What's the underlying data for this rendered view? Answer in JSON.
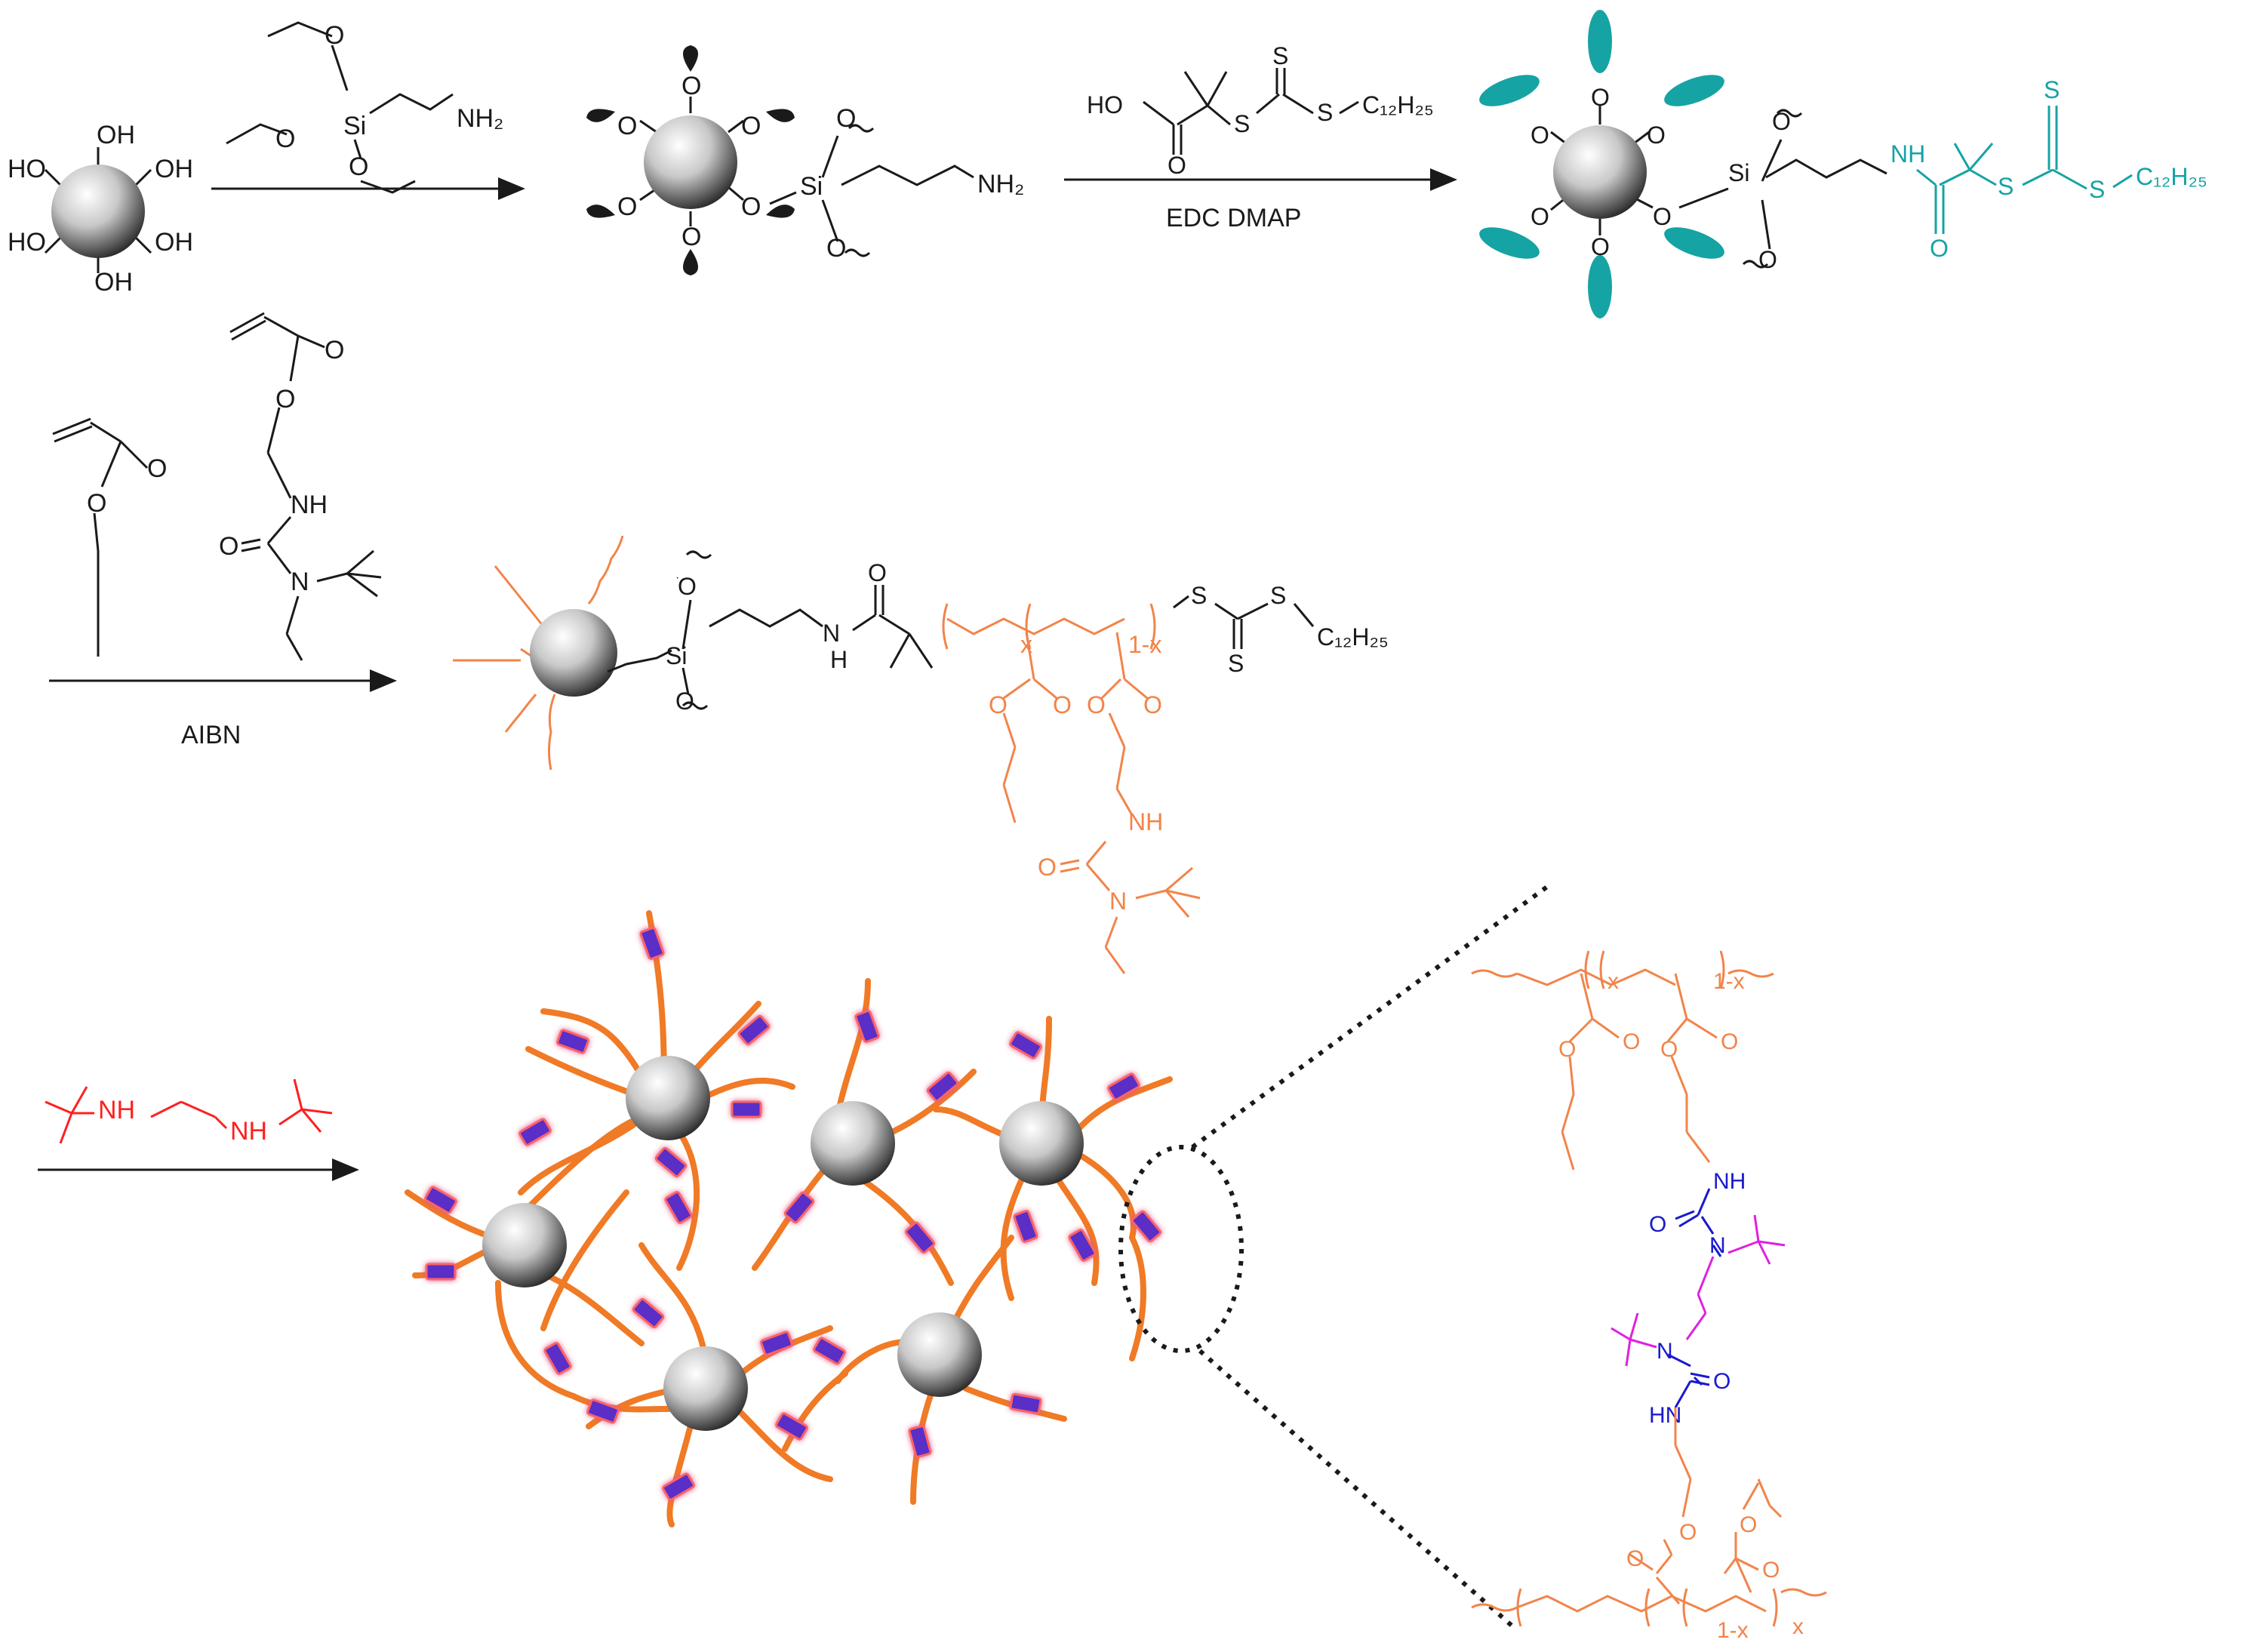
{
  "colors": {
    "bond": "#1a1a1a",
    "teal": "#16a3a3",
    "orange": "#f2844a",
    "red": "#ff2020",
    "blue": "#1a1acc",
    "magenta": "#e020e0",
    "cluster_chain": "#f07a25",
    "linker_fill": "#5a2fc7",
    "linker_glow": "#ff6464"
  },
  "labels": {
    "step1_sm": [
      "HO",
      "OH",
      "HO",
      "OH",
      "HO",
      "OH"
    ],
    "reagent_aptes": {
      "si": "Si",
      "nh2": "NH₂"
    },
    "product1": {
      "si": "Si",
      "nh2": "NH₂",
      "o": "O"
    },
    "reagent_cta": {
      "ho": "HO",
      "o": "O",
      "s1": "S",
      "s2": "S",
      "s3": "S",
      "chain": "C₁₂H₂₅"
    },
    "step2_conditions": "EDC  DMAP",
    "product2": {
      "si": "Si",
      "nh": "NH",
      "o": "O",
      "s1": "S",
      "s2": "S",
      "s3": "S",
      "chain": "C₁₂H₂₅"
    },
    "monomer1": {
      "o": "O"
    },
    "monomer2": {
      "o": "O",
      "nh": "NH",
      "n": "N"
    },
    "step3_conditions": "AIBN",
    "product3": {
      "si": "Si",
      "nh": "NH",
      "hn": "H",
      "o": "O",
      "x": "x",
      "one_minus_x": "1-x",
      "s": "S",
      "chain": "C₁₂H₂₅",
      "n": "N"
    },
    "diamine": {
      "nh": "NH"
    },
    "zoom": {
      "x": "x",
      "one_minus_x": "1-x",
      "o": "O",
      "nh": "NH",
      "hn": "HN",
      "n": "N"
    }
  }
}
